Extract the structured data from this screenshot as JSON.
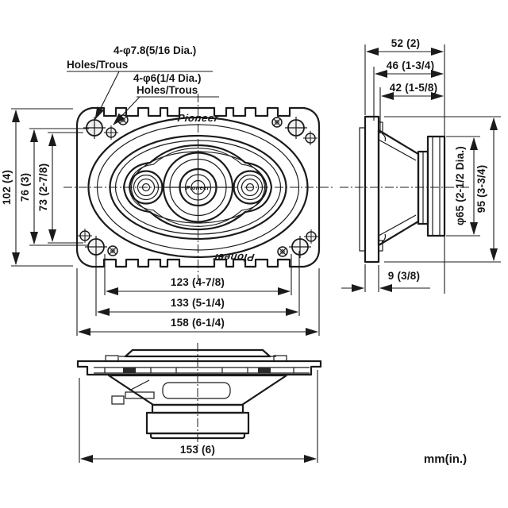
{
  "brand": "Pioneer",
  "units": "mm(in.)",
  "callouts": {
    "large_holes": {
      "line1": "4-φ7.8(5/16 Dia.)",
      "line2": "Holes/Trous"
    },
    "small_holes": {
      "line1": "4-φ6(1/4 Dia.)",
      "line2": "Holes/Trous"
    }
  },
  "front": {
    "overall_height": "102 (4)",
    "hole_span_v_outer": "76 (3)",
    "hole_span_v_inner": "73 (2-7/8)",
    "hole_span_h_inner": "123 (4-7/8)",
    "hole_span_h_outer": "133 (5-1/4)",
    "overall_width": "158 (6-1/4)"
  },
  "side": {
    "overall_depth": "52 (2)",
    "depth_to_flange": "46 (1-3/4)",
    "mount_depth": "42 (1-5/8)",
    "magnet_dia": "φ65 (2-1/2 Dia.)",
    "overall_height": "95 (3-3/4)",
    "flange_thickness": "9 (3/8)"
  },
  "bottom": {
    "overall_width": "153 (6)"
  },
  "colors": {
    "line": "#1b1b1b",
    "fill_light": "#e9e9e9",
    "fill_mid": "#dedede",
    "background": "#ffffff"
  }
}
